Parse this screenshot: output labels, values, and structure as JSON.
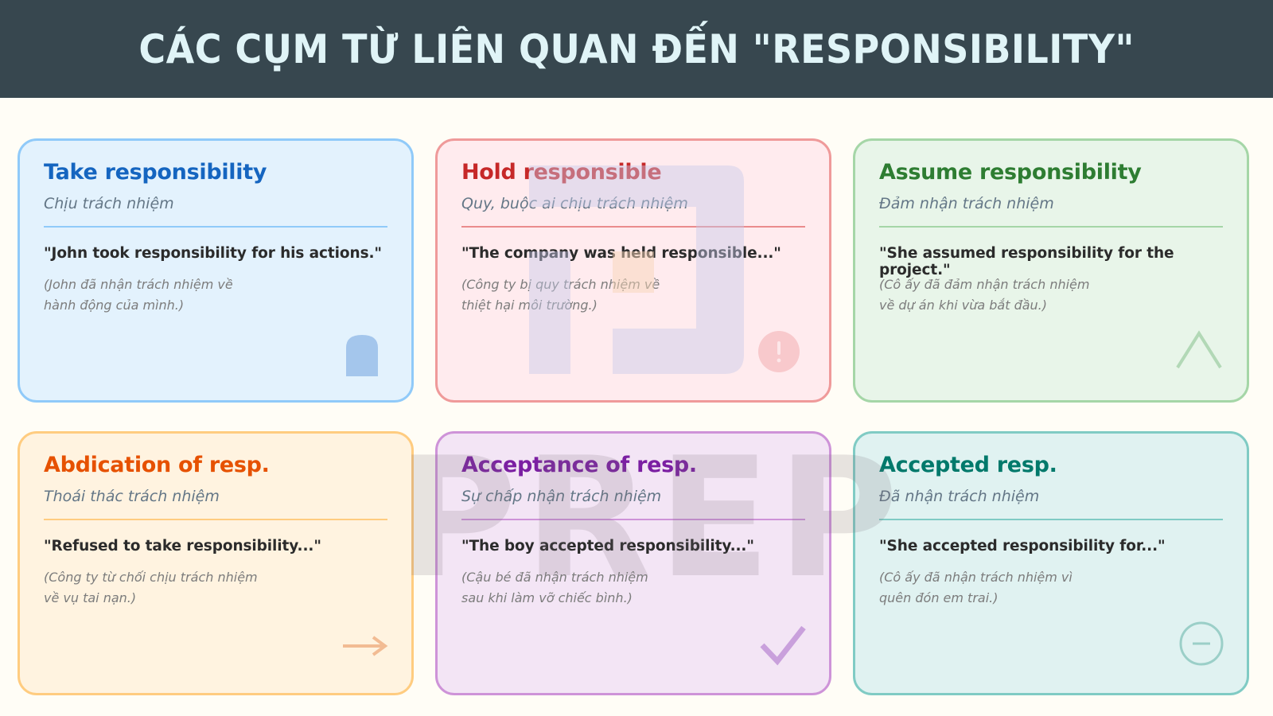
{
  "header": {
    "title": "CÁC CỤM TỪ LIÊN QUAN ĐẾN \"RESPONSIBILITY\"",
    "background": "#37474f",
    "text_color": "#e0f4f7"
  },
  "watermark": {
    "text": "PREP"
  },
  "cards": [
    {
      "title": "Take responsibility",
      "subtitle": "Chịu trách nhiệm",
      "example": "\"John took responsibility for his actions.\"",
      "translation_line1": "(John đã nhận trách nhiệm về",
      "translation_line2": "hành động của mình.)",
      "icon": "shield-icon",
      "accent": "#1565c0"
    },
    {
      "title": "Hold responsible",
      "subtitle": "Quy, buộc ai chịu trách nhiệm",
      "example": "\"The company was held responsible...\"",
      "translation_line1": "(Công ty bị quy trách nhiệm về",
      "translation_line2": "thiệt hại môi trường.)",
      "icon": "exclamation-icon",
      "accent": "#c62828"
    },
    {
      "title": "Assume responsibility",
      "subtitle": "Đảm nhận trách nhiệm",
      "example": "\"She assumed responsibility for the project.\"",
      "translation_line1": "(Cô ấy đã đảm nhận trách nhiệm",
      "translation_line2": "về dự án khi vừa bắt đầu.)",
      "icon": "caret-up-icon",
      "accent": "#2e7d32"
    },
    {
      "title": "Abdication of resp.",
      "subtitle": "Thoái thác trách nhiệm",
      "example": "\"Refused to take responsibility...\"",
      "translation_line1": "(Công ty từ chối chịu trách nhiệm",
      "translation_line2": "về vụ tai nạn.)",
      "icon": "arrow-right-icon",
      "accent": "#e65100"
    },
    {
      "title": "Acceptance of resp.",
      "subtitle": "Sự chấp nhận trách nhiệm",
      "example": "\"The boy accepted responsibility...\"",
      "translation_line1": "(Cậu bé đã nhận trách nhiệm",
      "translation_line2": "sau khi làm vỡ chiếc bình.)",
      "icon": "checkmark-icon",
      "accent": "#7b1fa2"
    },
    {
      "title": "Accepted resp.",
      "subtitle": "Đã nhận trách nhiệm",
      "example": "\"She accepted responsibility for...\"",
      "translation_line1": "(Cô ấy đã nhận trách nhiệm vì",
      "translation_line2": "quên đón em trai.)",
      "icon": "minus-circle-icon",
      "accent": "#00796b"
    }
  ]
}
